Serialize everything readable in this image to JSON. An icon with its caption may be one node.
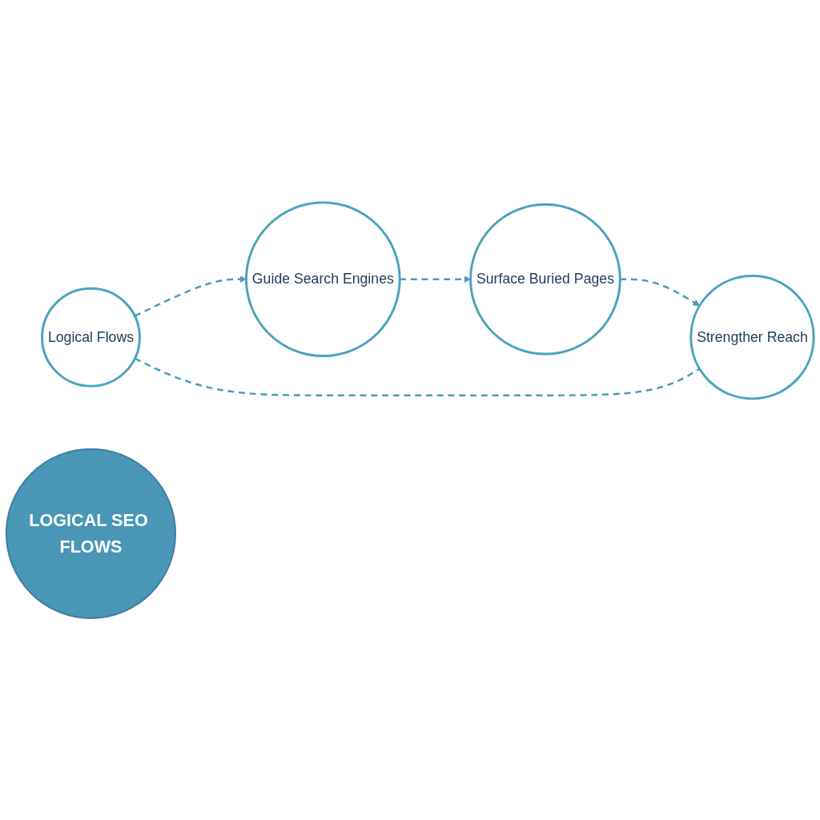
{
  "diagram": {
    "nodes": [
      {
        "text": [
          "Logical Flows"
        ]
      },
      {
        "text": [
          "Guide Search Engines"
        ]
      },
      {
        "text": [
          "LOGICAL SEO FLOWS"
        ]
      },
      {
        "text": [
          "Strengther Reach"
        ]
      },
      {
        "text": [
          "Surface Buried Pages"
        ]
      }
    ],
    "edges": [
      {
        "from": 0,
        "to": 1,
        "arrow": "to",
        "style": "dashed"
      },
      {
        "from": 1,
        "to": 4,
        "arrow": "to",
        "style": "dashed"
      },
      {
        "from": 4,
        "to": 3,
        "arrow": "to",
        "style": "dashed"
      },
      {
        "from": 0,
        "to": 3,
        "arrow": "none",
        "style": "dashed"
      }
    ]
  }
}
